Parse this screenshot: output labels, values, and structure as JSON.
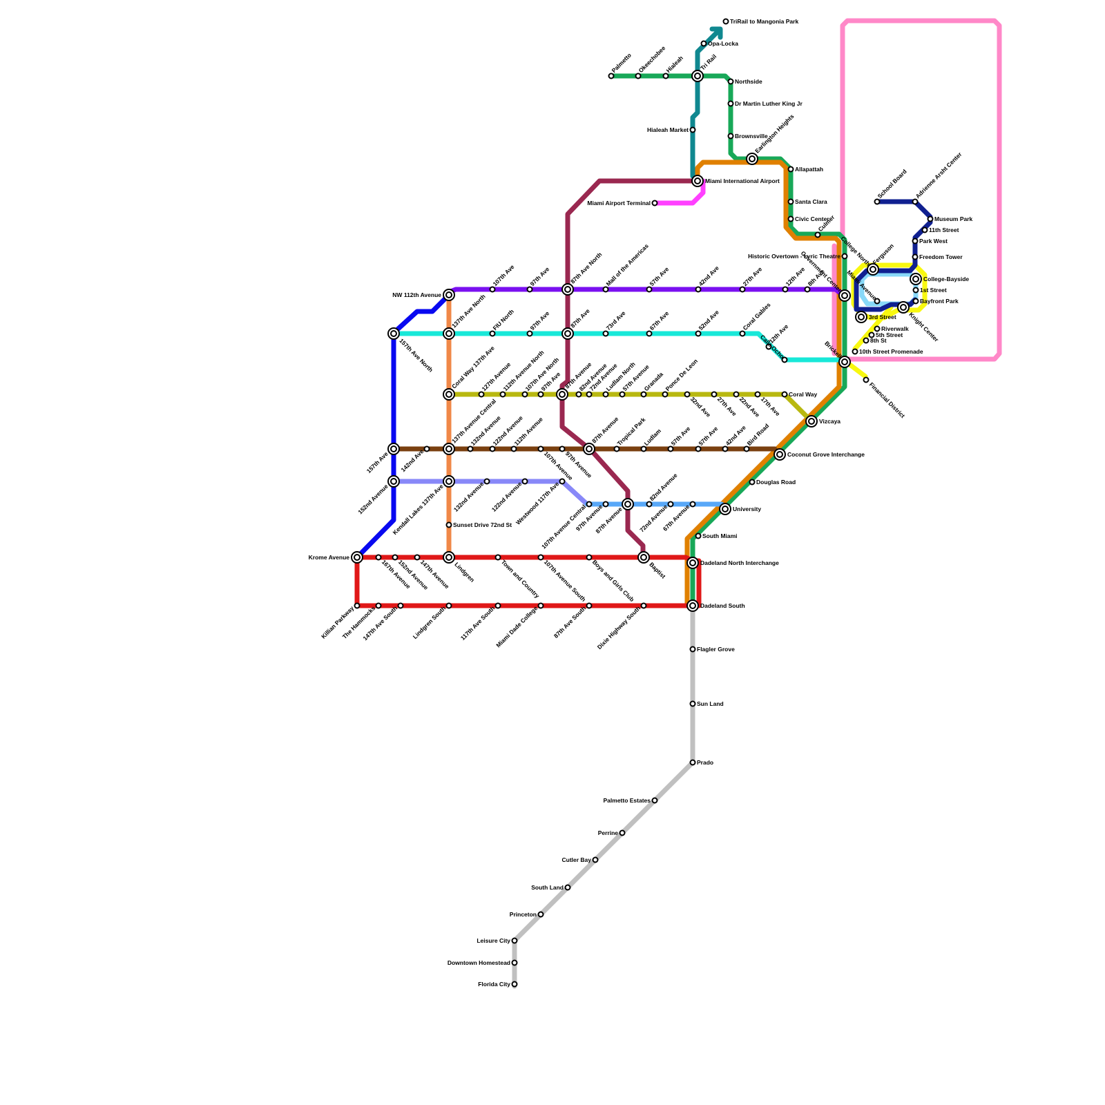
{
  "map_title": "",
  "colors": {
    "red": "#e01818",
    "green": "#18a858",
    "orange": "#e08000",
    "teal": "#108890",
    "pink": "#ff88c8",
    "magenta": "#ff40ff",
    "maroon": "#9a2850",
    "purple": "#7a10f0",
    "cyan": "#18e8d8",
    "olive": "#b8b810",
    "brown": "#7a4010",
    "lavender": "#8888f8",
    "sky": "#58a8f8",
    "blue": "#0808f0",
    "coral": "#f08848",
    "gray": "#c0c0c0",
    "navy": "#102090",
    "lightblue": "#88d8f8",
    "yellow": "#f8f810"
  },
  "station_groups": {
    "north": [
      "TriRail to Mangonia Park",
      "Opa-Locka",
      "Tri Rail",
      "Palmetto",
      "Okeechobee",
      "Hialeah",
      "Hialeah Market",
      "Northside",
      "Dr Martin Luther King Jr",
      "Brownsville",
      "Earlington Heights",
      "Allapattah",
      "Santa Clara",
      "Civic Center",
      "Culmer",
      "Historic Overtown - Lyric Theatre",
      "Miami International Airport",
      "Miami Airport Terminal"
    ],
    "downtown": [
      "Government Center",
      "Brickell",
      "School Board",
      "Adrienne Arsht Center",
      "Museum Park",
      "11th Street",
      "Park West",
      "Freedom Tower",
      "College-Bayside",
      "1st Street",
      "Bayfront Park",
      "Knight Center",
      "Ferguson",
      "College North",
      "Miami Avenue",
      "3rd Street",
      "Riverwalk",
      "5th Street",
      "8th St",
      "10th Street Promenade",
      "Financial District"
    ],
    "purple": [
      "NW 112th Avenue",
      "107th Ave",
      "97th Ave",
      "87th Ave North",
      "Mall of the Americas",
      "57th Ave",
      "42nd Ave",
      "27th Ave",
      "12th Ave",
      "8th Ave"
    ],
    "cyan": [
      "137th Ave North",
      "FIU North",
      "97th Ave",
      "87th Ave",
      "73rd Ave",
      "67th Ave",
      "52nd Ave",
      "Coral Gables",
      "12th Ave",
      "Calle Ocho"
    ],
    "olive": [
      "Coral Way 137th Ave",
      "127th Avenue",
      "112th Avenue North",
      "107th Ave North",
      "97th Ave",
      "87th Avenue",
      "82nd Avenue",
      "72nd Avenue",
      "Ludlam North",
      "57th Avenue",
      "Granada",
      "Ponce De Leon",
      "32nd Ave",
      "27th Ave",
      "22nd Ave",
      "17th Ave",
      "Coral Way",
      "Vizcaya"
    ],
    "brown": [
      "157th Ave",
      "142nd Ave",
      "137th Avenue Central",
      "132nd Avenue",
      "122nd Avenue",
      "112th Avenue",
      "107th Avenue",
      "97th Avenue",
      "87th Avenue",
      "Tropical Park",
      "Ludlam",
      "57th Ave",
      "57th Ave",
      "42nd Ave",
      "Bird Road",
      "Coconut Grove Interchange"
    ],
    "lavender": [
      "152nd Avenue",
      "Kendall Lakes 137th Ave",
      "132nd Avenue",
      "122nd Avenue",
      "Westwood 117th Ave"
    ],
    "sky": [
      "107th Avenue Central",
      "97th Avenue",
      "87th Avenue",
      "82nd Avenue",
      "72nd Avenue",
      "67th Avenue",
      "University",
      "Douglas Road",
      "South Miami"
    ],
    "orange": [
      "157th Ave North",
      "Sunset Drive 72nd St",
      "Lindgren"
    ],
    "red": [
      "Krome Avenue",
      "167th Avenue",
      "152nd Avenue",
      "147th Avenue",
      "Town and Country",
      "107th Avenue South",
      "Boys and Girls Club",
      "Baptist",
      "Dadeland North Interchange",
      "Killian Parkway",
      "The Hammocks",
      "147th Ave South",
      "Lindgren South",
      "117th Ave South",
      "Miami Dade College",
      "87th Ave South",
      "Dixie Highway South",
      "Dadeland South"
    ],
    "south": [
      "Flagler Grove",
      "Sun Land",
      "Prado",
      "Palmetto Estates",
      "Perrine",
      "Cutler Bay",
      "South Land",
      "Princeton",
      "Leisure City",
      "Downtown Homestead",
      "Florida City"
    ]
  }
}
